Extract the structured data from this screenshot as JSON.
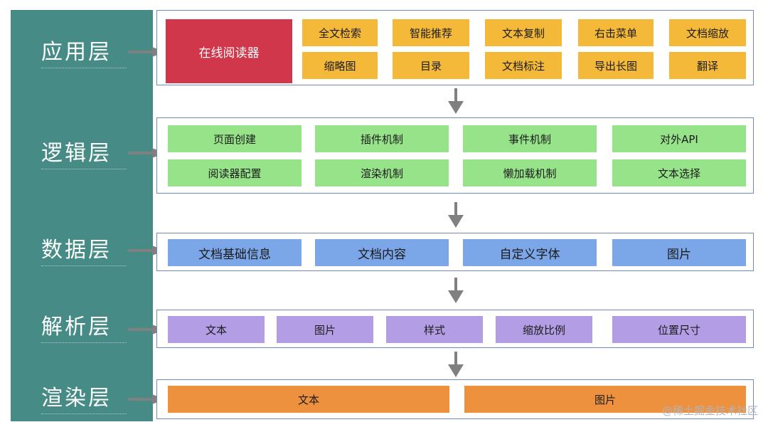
{
  "layers": {
    "app": {
      "label": "应用层",
      "main": "在线阅读器",
      "features": [
        "全文检索",
        "智能推荐",
        "文本复制",
        "右击菜单",
        "文档缩放",
        "缩略图",
        "目录",
        "文档标注",
        "导出长图",
        "翻译"
      ]
    },
    "logic": {
      "label": "逻辑层",
      "items": [
        "页面创建",
        "插件机制",
        "事件机制",
        "对外API",
        "阅读器配置",
        "渲染机制",
        "懒加载机制",
        "文本选择"
      ]
    },
    "data": {
      "label": "数据层",
      "items": [
        "文档基础信息",
        "文档内容",
        "自定义字体",
        "图片"
      ]
    },
    "parse": {
      "label": "解析层",
      "items": [
        "文本",
        "图片",
        "样式",
        "缩放比例",
        "位置尺寸"
      ]
    },
    "render": {
      "label": "渲染层",
      "items": [
        "文本",
        "图片"
      ]
    }
  },
  "colors": {
    "sidebar": "#468b85",
    "panel_border": "#6f89c2",
    "main_box": "#d0374a",
    "app_items": "#f5b93a",
    "logic_items": "#96e38a",
    "data_items": "#7ba6e8",
    "parse_items": "#b39ee6",
    "render_items": "#ee913f",
    "arrow": "#808080"
  },
  "watermark": "@稀土掘金技术社区"
}
